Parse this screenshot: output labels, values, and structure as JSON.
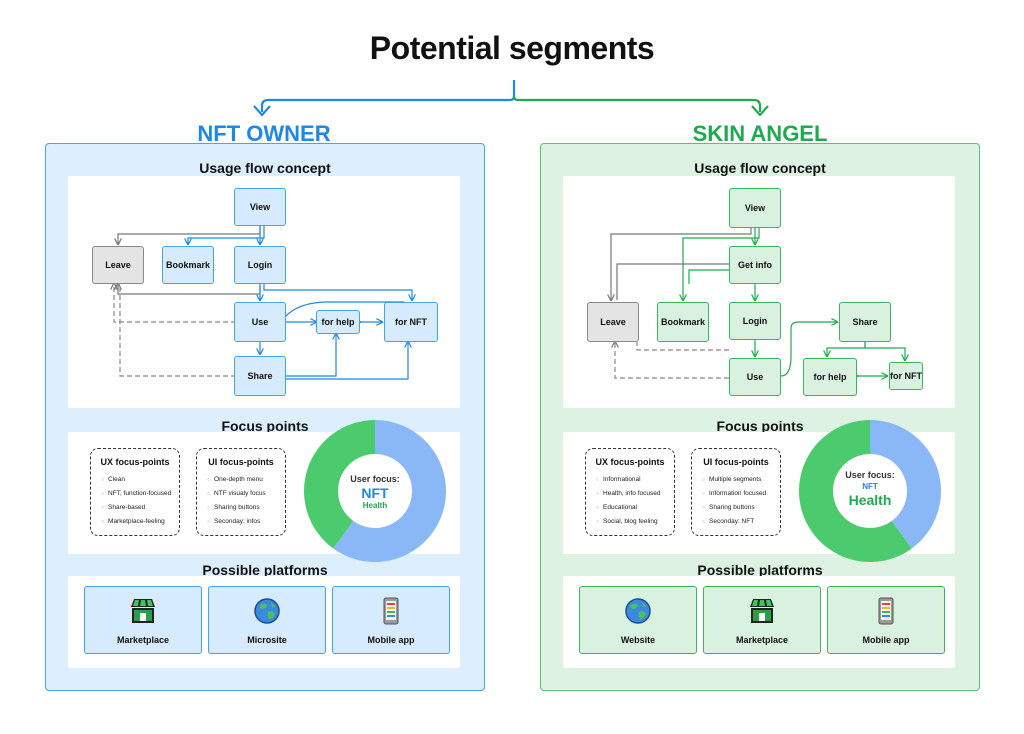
{
  "title": "Potential segments",
  "segments": {
    "left": {
      "name": "NFT OWNER",
      "flow_title": "Usage flow concept",
      "nodes": {
        "view": "View",
        "leave": "Leave",
        "bookmark": "Bookmark",
        "login": "Login",
        "use": "Use",
        "for_help": "for help",
        "for_nft": "for NFT",
        "share": "Share"
      },
      "focus_title": "Focus points",
      "ux_title": "UX focus-points",
      "ux_items": [
        "Clean",
        "NFT, function-focused",
        "Share-based",
        "Marketplace-feeling"
      ],
      "ui_title": "UI focus-points",
      "ui_items": [
        "One-depth menu",
        "NTF visualy focus",
        "Sharing buttons",
        "Seconday: infos"
      ],
      "donut": {
        "label": "User focus:",
        "primary": "NFT",
        "secondary": "Health",
        "primary_share": 0.6,
        "primary_color": "#8ab8f7",
        "secondary_color": "#4ccb6e"
      },
      "platforms_title": "Possible platforms",
      "platforms": [
        {
          "label": "Marketplace",
          "icon": "storefront-icon"
        },
        {
          "label": "Microsite",
          "icon": "globe-icon"
        },
        {
          "label": "Mobile app",
          "icon": "mobile-phone-icon"
        }
      ]
    },
    "right": {
      "name": "SKIN ANGEL",
      "flow_title": "Usage flow concept",
      "nodes": {
        "view": "View",
        "get_info": "Get info",
        "leave": "Leave",
        "bookmark": "Bookmark",
        "login": "Login",
        "share": "Share",
        "use": "Use",
        "for_help": "for help",
        "for_nft": "for NFT"
      },
      "focus_title": "Focus points",
      "ux_title": "UX focus-points",
      "ux_items": [
        "Informational",
        "Health, info focused",
        "Educational",
        "Social, blog feeling"
      ],
      "ui_title": "UI focus-points",
      "ui_items": [
        "Multiple segments",
        "Information focused",
        "Sharing buttons",
        "Seconday: NFT"
      ],
      "donut": {
        "label": "User focus:",
        "primary": "NFT",
        "secondary": "Health",
        "primary_share": 0.4,
        "primary_color": "#8ab8f7",
        "secondary_color": "#4ccb6e"
      },
      "platforms_title": "Possible platforms",
      "platforms": [
        {
          "label": "Website",
          "icon": "globe-icon"
        },
        {
          "label": "Marketplace",
          "icon": "storefront-icon"
        },
        {
          "label": "Mobile app",
          "icon": "mobile-phone-icon"
        }
      ]
    }
  },
  "colors": {
    "blue": "#1e88e5",
    "green": "#1faa4f"
  }
}
